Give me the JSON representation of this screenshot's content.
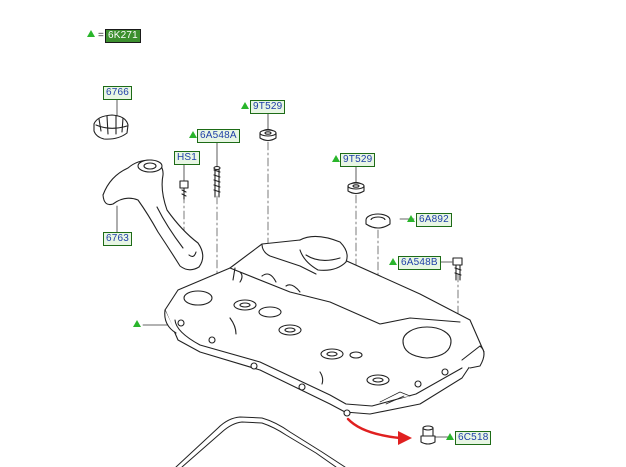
{
  "legend": {
    "symbol": "green-triangle-icon",
    "equals": "=",
    "code": "6K271"
  },
  "callouts": {
    "oil_filler_cap": "6766",
    "oil_filler_tube": "6763",
    "bolt_hs1": "HS1",
    "stud_upper": "6A548A",
    "seal_upper": "9T529",
    "seal_lower": "9T529",
    "gasket_ring": "6A892",
    "stud_right": "6A548B",
    "breather_valve": "6C518"
  },
  "colors": {
    "accent_green": "#29b52b",
    "label_green": "#3c8f2e",
    "label_blue": "#1f3ea8",
    "arrow_red": "#e02020"
  }
}
